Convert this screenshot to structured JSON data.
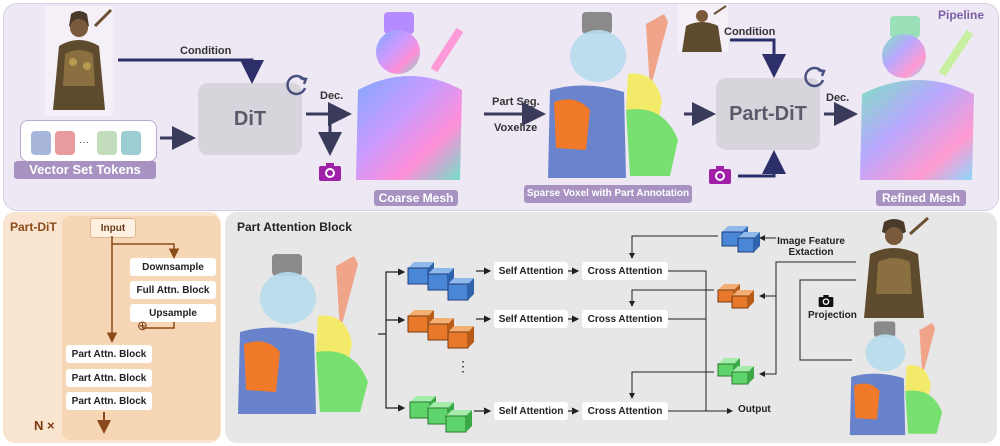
{
  "pipeline": {
    "title": "Pipeline",
    "condition_label_1": "Condition",
    "condition_label_2": "Condition",
    "vector_set_tokens": "Vector Set Tokens",
    "token_ellipsis": "···",
    "dit": "DiT",
    "dec_1": "Dec.",
    "dec_2": "Dec.",
    "part_seg": "Part Seg.",
    "voxelize": "Voxelize",
    "part_dit": "Part-DiT",
    "coarse_mesh": "Coarse Mesh",
    "sparse_voxel": "Sparse Voxel with Part Annotation",
    "refined_mesh": "Refined Mesh"
  },
  "part_dit_detail": {
    "title": "Part-DiT",
    "input": "Input",
    "downsample": "Downsample",
    "full_attn": "Full Attn. Block",
    "upsample": "Upsample",
    "plus": "⊕",
    "part_attn_1": "Part Attn. Block",
    "part_attn_2": "Part Attn. Block",
    "part_attn_3": "Part Attn. Block",
    "repeat": "N ×"
  },
  "part_attention": {
    "title": "Part Attention Block",
    "self_attn_1": "Self Attention",
    "self_attn_2": "Self Attention",
    "self_attn_3": "Self Attention",
    "cross_attn_1": "Cross Attention",
    "cross_attn_2": "Cross Attention",
    "cross_attn_3": "Cross Attention",
    "ellipsis": "⋮",
    "output": "Output",
    "image_feature": "Image Feature\nExtaction",
    "projection": "Projection"
  },
  "colors": {
    "purple": "#a792c1",
    "blue_cube": "#4a86d6",
    "orange_cube": "#e8792a",
    "green_cube": "#5fd46a",
    "panel_orange": "#f8e4cf"
  },
  "icons": [
    "camera-icon",
    "refresh-icon"
  ]
}
